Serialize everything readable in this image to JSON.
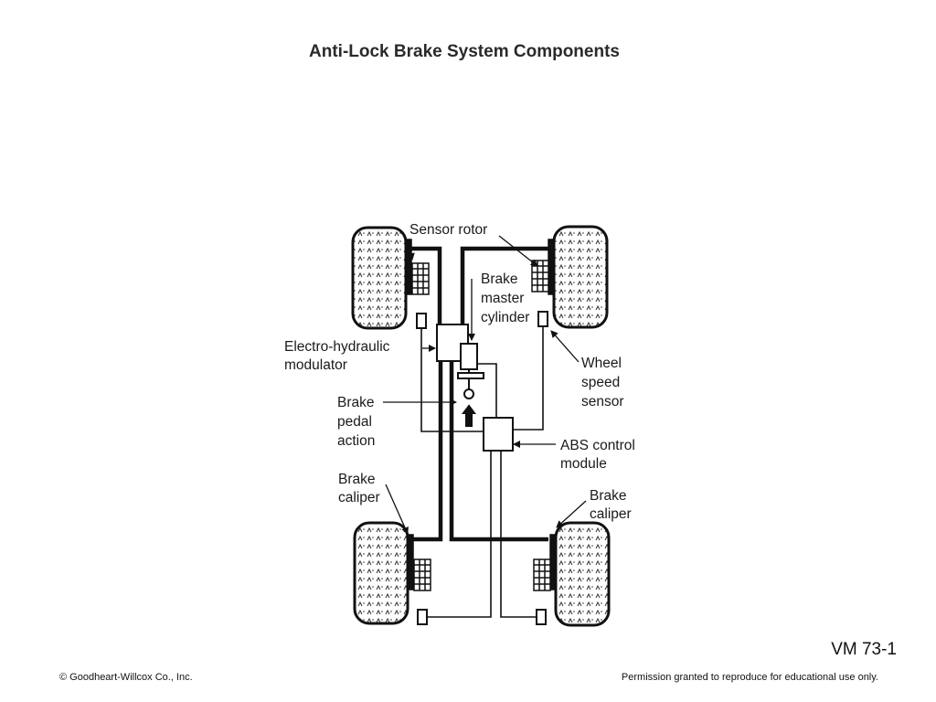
{
  "slide": {
    "title": "Anti-Lock Brake System Components",
    "id": "VM 73-1",
    "copyright": "© Goodheart-Willcox Co., Inc.",
    "permission": "Permission granted to reproduce for educational use only."
  },
  "diagram": {
    "labels": {
      "sensor_rotor": [
        "Sensor rotor"
      ],
      "master_cylinder": [
        "Brake",
        "master",
        "cylinder"
      ],
      "modulator": [
        "Electro-hydraulic",
        "modulator"
      ],
      "wheel_speed_sensor": [
        "Wheel",
        "speed",
        "sensor"
      ],
      "pedal_action": [
        "Brake",
        "pedal",
        "action"
      ],
      "abs_module": [
        "ABS control",
        "module"
      ],
      "caliper_left": [
        "Brake",
        "caliper"
      ],
      "caliper_right": [
        "Brake",
        "caliper"
      ]
    }
  }
}
